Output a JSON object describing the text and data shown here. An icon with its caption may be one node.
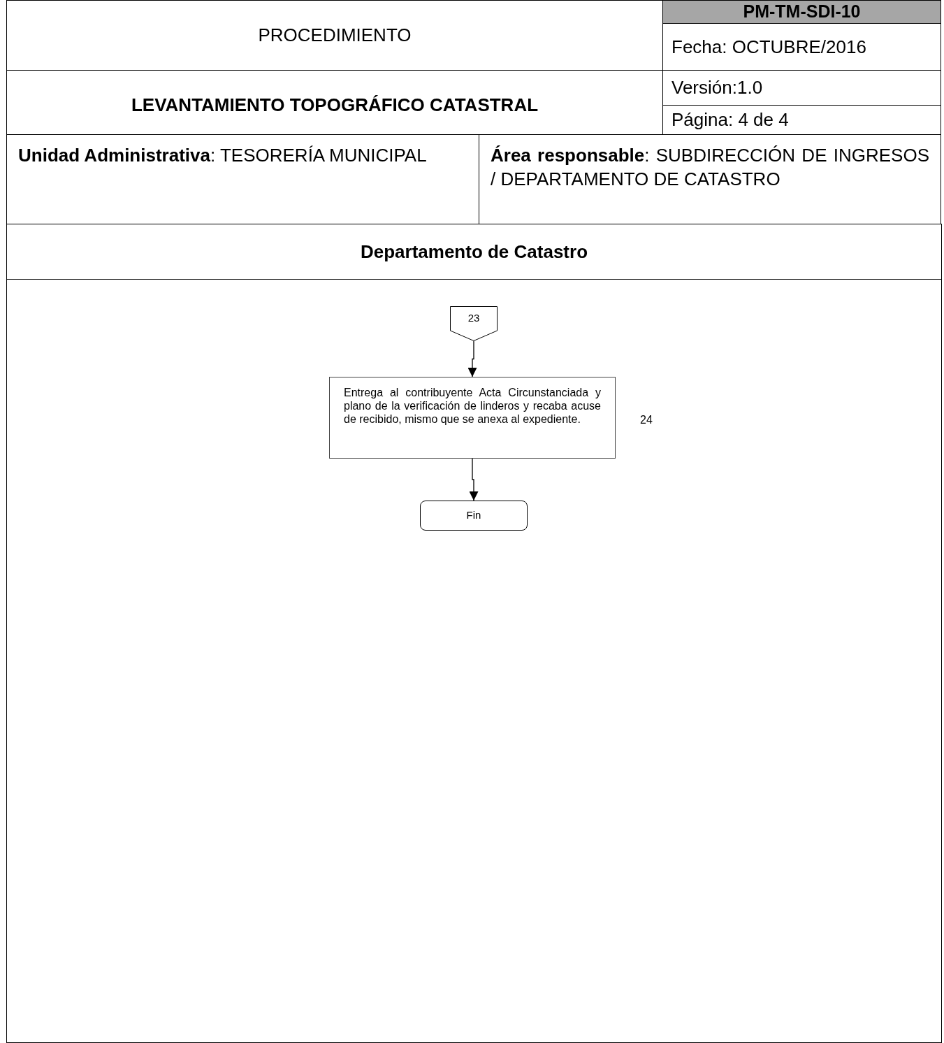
{
  "diagram": {
    "nodes": [
      {
        "text": [
          "Departamento de Catastro"
        ]
      },
      {
        "text": [
          "23"
        ],
        "in": 0
      },
      {
        "text": [
          "Entrega al contribuyente Acta Circunstanciada y plano de la verificación de linderos y recaba acuse de recibido, mismo que se anexa al expediente."
        ],
        "in": 0,
        "beside": [
          "24"
        ]
      },
      {
        "text": [
          "Fin"
        ],
        "in": 0
      }
    ],
    "edges": [
      {
        "from": 1,
        "to": 2,
        "arrow": "to"
      },
      {
        "from": 2,
        "to": 3,
        "arrow": "to"
      }
    ],
    "labels": [
      "PROCEDIMIENTO",
      "PM-TM-SDI-10",
      "Fecha: OCTUBRE/2016",
      "LEVANTAMIENTO TOPOGRÁFICO CATASTRAL",
      "Versión:1.0",
      "Página: 4 de 4",
      "**Unidad Administrativa**: TESORERÍA MUNICIPAL",
      "**Área responsable**: SUBDIRECCIÓN DE INGRESOS / DEPARTAMENTO DE CATASTRO"
    ]
  }
}
